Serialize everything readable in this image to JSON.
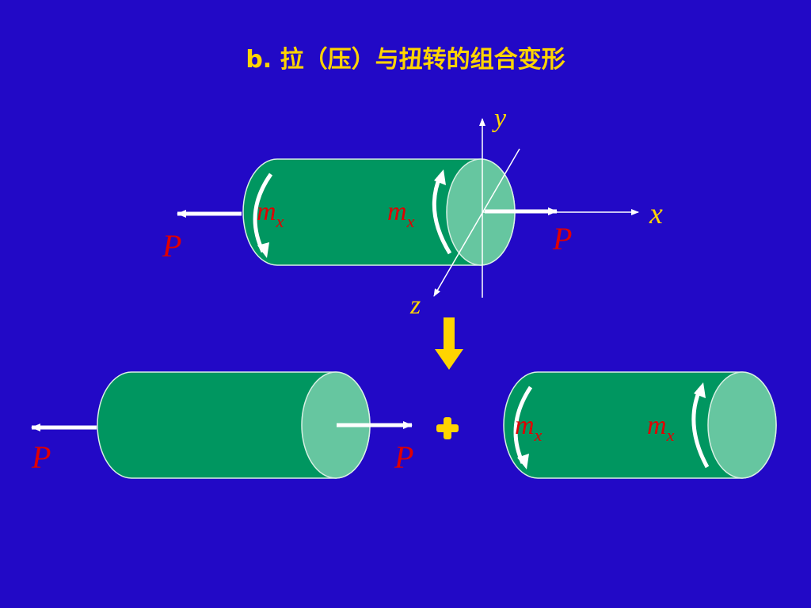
{
  "slide": {
    "title": "b. 拉（压）与扭转的组合变形",
    "colors": {
      "background": "#2209C6",
      "title": "#FFD400",
      "cylinder_body": "#009660",
      "cylinder_face": "#66C6A0",
      "force_label": "#E00000",
      "axis_label": "#FFD400",
      "arrow": "#FFFFFF",
      "down_arrow": "#FFD400"
    }
  },
  "top_figure": {
    "axis_y": "y",
    "axis_x": "x",
    "axis_z": "z",
    "force_left": "P",
    "force_right": "P",
    "torque_left": {
      "main": "m",
      "sub": "x"
    },
    "torque_right": {
      "main": "m",
      "sub": "x"
    }
  },
  "bottom_left_figure": {
    "force_left": "P",
    "force_right": "P"
  },
  "bottom_right_figure": {
    "torque_left": {
      "main": "m",
      "sub": "x"
    },
    "torque_right": {
      "main": "m",
      "sub": "x"
    }
  },
  "icons": [
    "down-arrow-icon",
    "plus-icon"
  ]
}
